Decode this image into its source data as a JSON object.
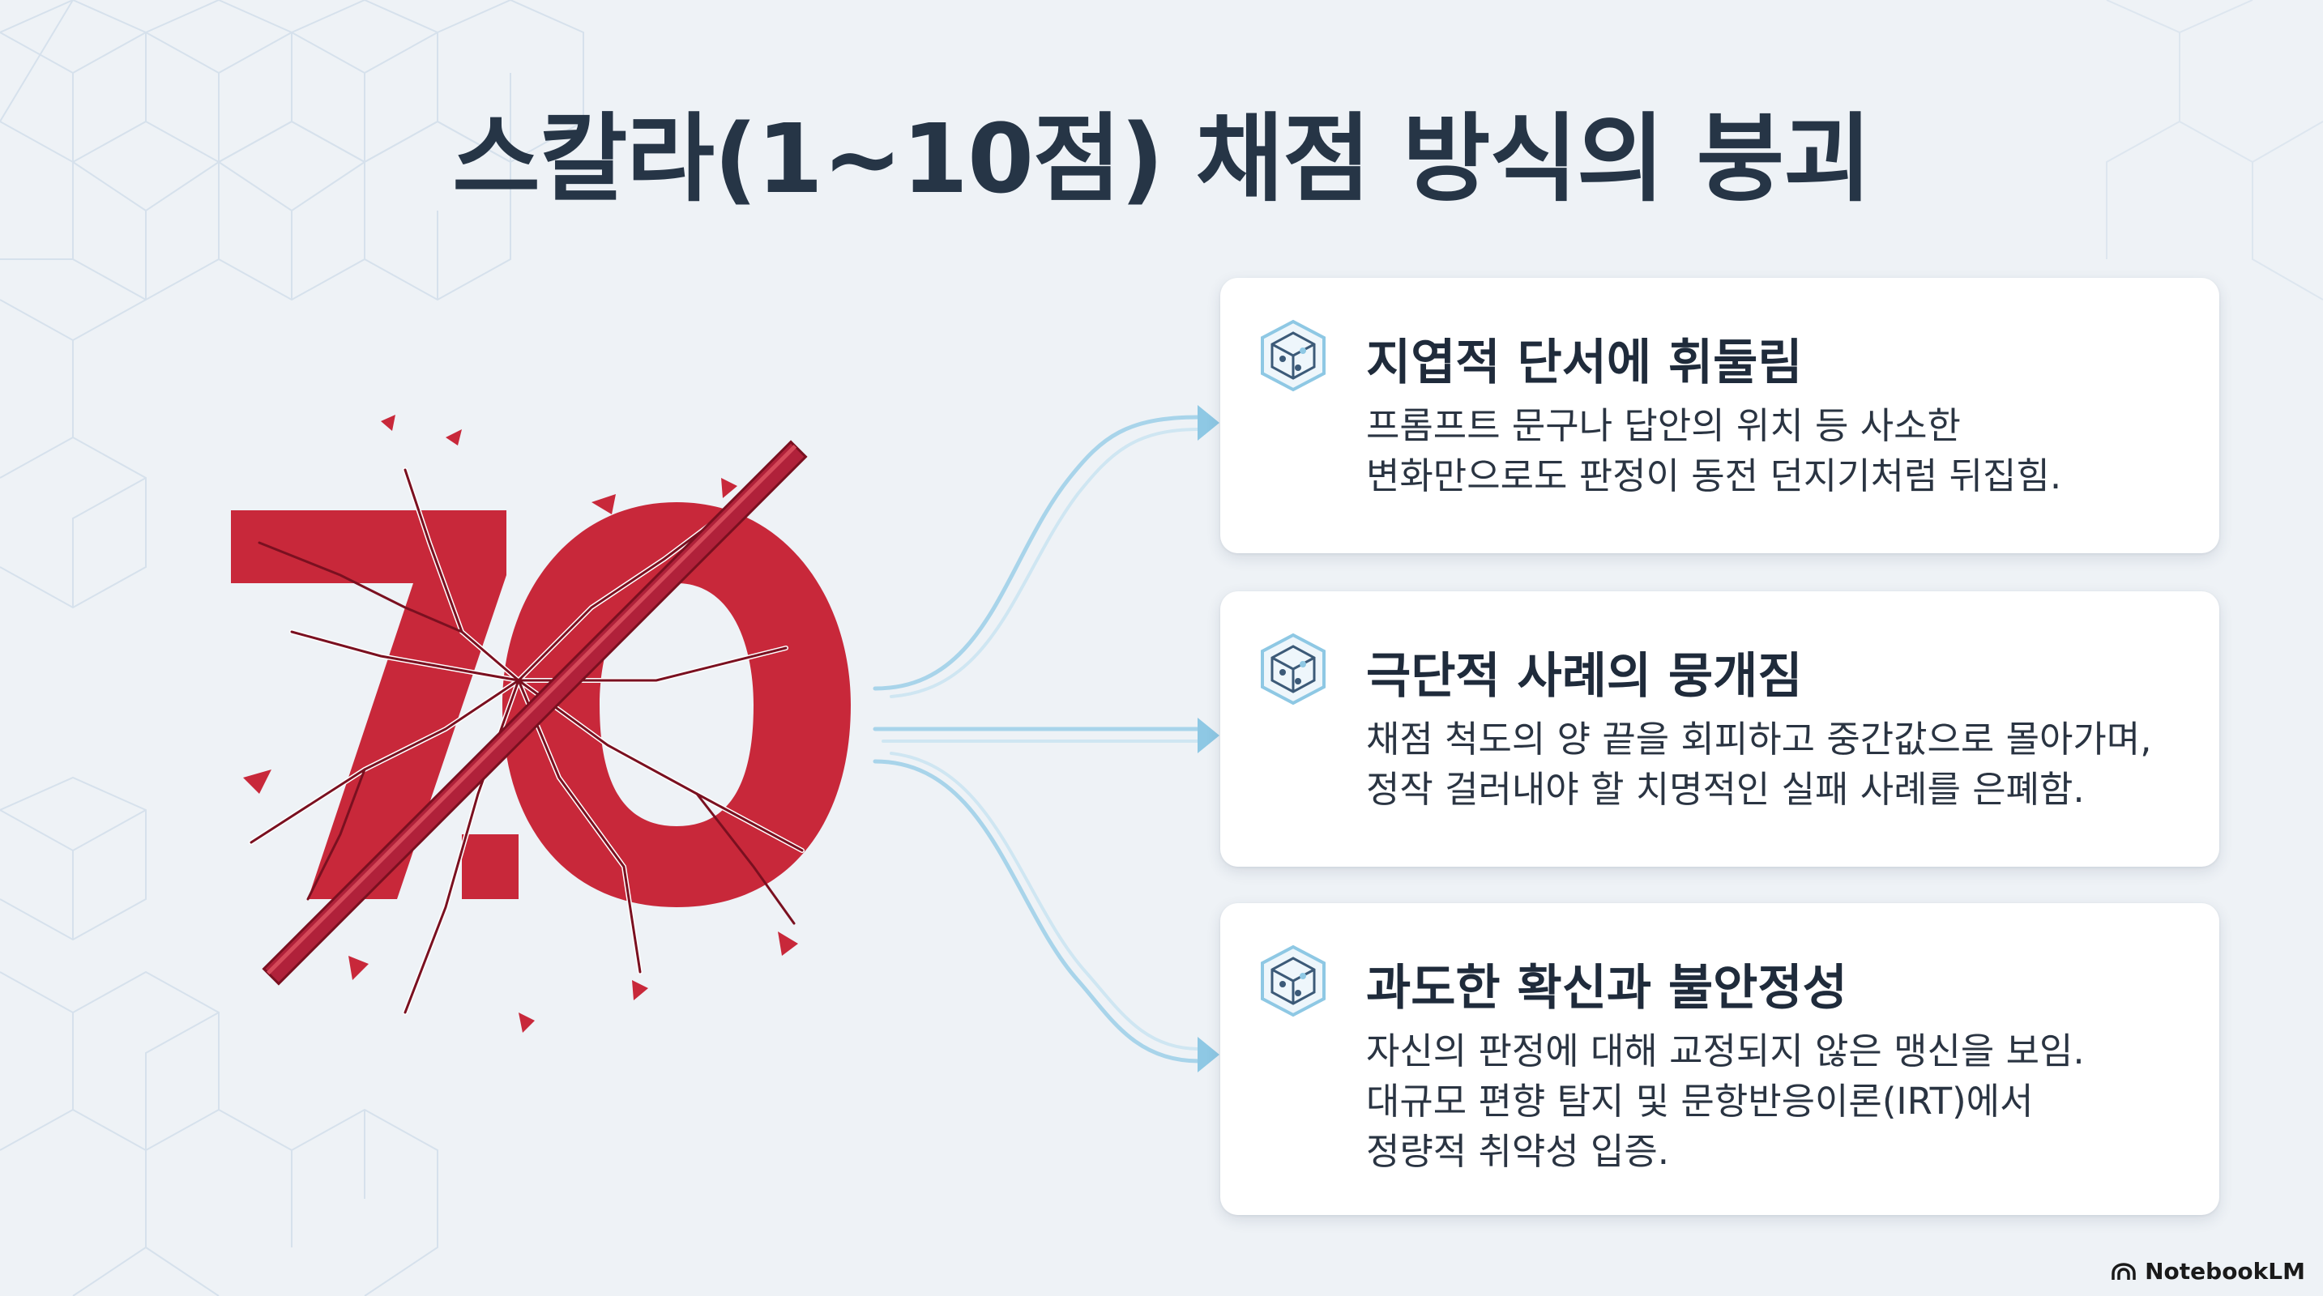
{
  "slide": {
    "title": "스칼라(1~10점) 채점 방식의 붕괴",
    "score_graphic": {
      "text": "7.0",
      "color": "#c8283a",
      "strike_color": "#b0213a"
    },
    "cards": [
      {
        "icon": "cube-network-icon",
        "title": "지엽적 단서에 휘둘림",
        "lines": [
          "프롬프트 문구나 답안의 위치 등 사소한",
          "변화만으로도 판정이 동전 던지기처럼 뒤집힘."
        ]
      },
      {
        "icon": "cube-network-icon",
        "title": "극단적 사례의 뭉개짐",
        "lines": [
          "채점 척도의 양 끝을 회피하고 중간값으로 몰아가며,",
          "정작 걸러내야 할 치명적인 실패 사례를 은폐함."
        ]
      },
      {
        "icon": "cube-network-icon",
        "title": "과도한 확신과 불안정성",
        "lines": [
          "자신의 판정에 대해 교정되지 않은 맹신을 보임.",
          "대규모 편향 탐지 및 문항반응이론(IRT)에서",
          "정량적 취약성 입증."
        ]
      }
    ],
    "accent_color": "#8ec8e4"
  },
  "brand": {
    "label": "NotebookLM",
    "icon": "notebooklm-logo-icon"
  }
}
